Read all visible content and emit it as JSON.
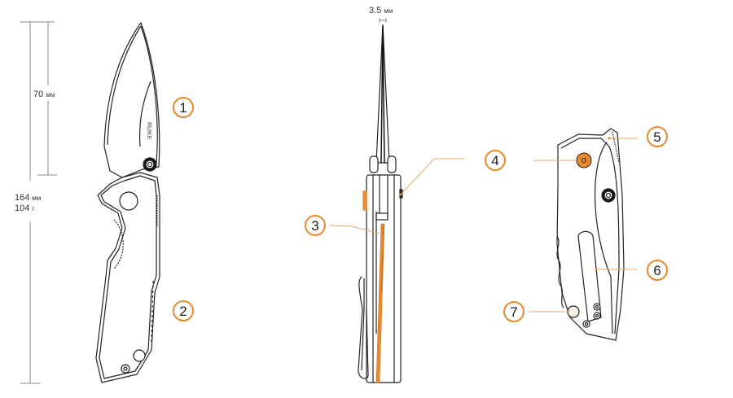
{
  "dimensions": {
    "blade_length": "70",
    "blade_length_unit": "мм",
    "overall_length": "164",
    "overall_length_unit": "мм",
    "weight": "104",
    "weight_unit": "г",
    "blade_thickness": "3.5",
    "blade_thickness_unit": "мм"
  },
  "brand_mark": "RUIKE",
  "callouts": [
    {
      "number": "1",
      "target": "blade"
    },
    {
      "number": "2",
      "target": "handle"
    },
    {
      "number": "3",
      "target": "liner-lock"
    },
    {
      "number": "4",
      "target": "flipper-stud"
    },
    {
      "number": "5",
      "target": "thumb-jimping"
    },
    {
      "number": "6",
      "target": "pocket-clip"
    },
    {
      "number": "7",
      "target": "lanyard-hole"
    }
  ],
  "colors": {
    "accent": "#e8892e",
    "line": "#333333",
    "dimension_line": "#777777"
  }
}
